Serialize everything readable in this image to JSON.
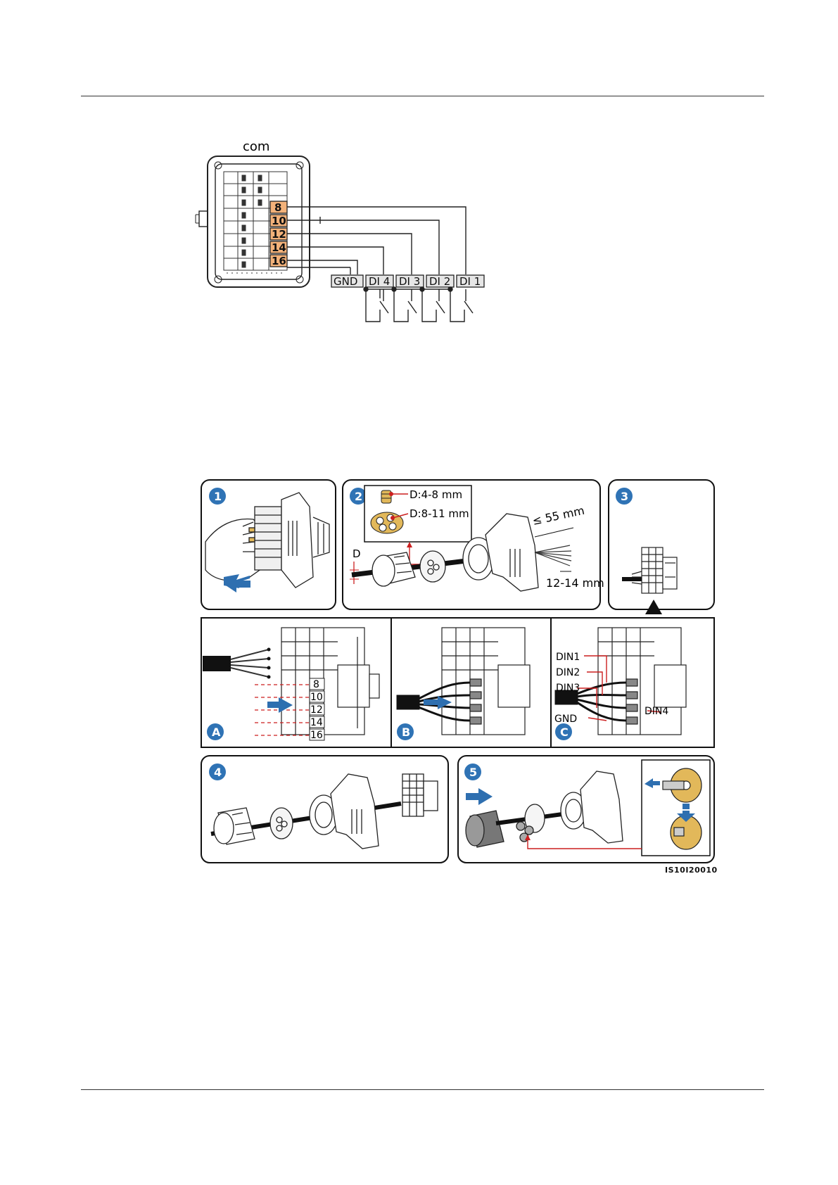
{
  "wiring": {
    "connector_label": "com",
    "pins": [
      "8",
      "10",
      "12",
      "14",
      "16"
    ],
    "terminals": [
      "GND",
      "DI 4",
      "DI 3",
      "DI 2",
      "DI 1"
    ]
  },
  "steps": {
    "s1": "1",
    "s2": "2",
    "s3": "3",
    "s4": "4",
    "s5": "5",
    "sA": "A",
    "sB": "B",
    "sC": "C"
  },
  "step2": {
    "d_small": "D:4-8 mm",
    "d_large": "D:8-11 mm",
    "d_label": "D",
    "strip_len": "≤ 55 mm",
    "wire_strip": "12-14 mm"
  },
  "stepA": {
    "pins": [
      "8",
      "10",
      "12",
      "14",
      "16"
    ]
  },
  "stepC": {
    "din1": "DIN1",
    "din2": "DIN2",
    "din3": "DIN3",
    "din4": "DIN4",
    "gnd": "GND"
  },
  "figure_code": "IS10I20010",
  "colors": {
    "pin_fill": "#f3b27a",
    "step_badge": "#2f73b5",
    "arrow_blue": "#2e6fb0",
    "leader_red": "#cc1f1f",
    "nut_yellow": "#e2b85a"
  }
}
